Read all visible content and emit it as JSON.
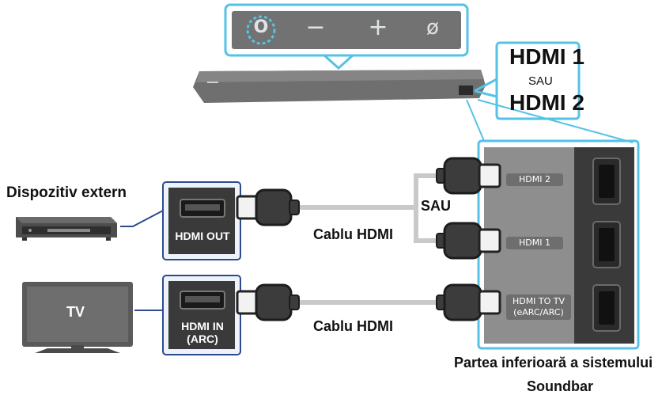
{
  "controls": {
    "power_symbol": "O",
    "minus_symbol": "−",
    "plus_symbol": "+",
    "mic_off_symbol": "ø"
  },
  "callout": {
    "hdmi1": "HDMI 1",
    "or": "SAU",
    "hdmi2": "HDMI 2"
  },
  "devices": {
    "external_device": "Dispozitiv extern",
    "tv_screen_text": "TV"
  },
  "ports": {
    "external_out": "HDMI OUT",
    "tv_in_line1": "HDMI IN",
    "tv_in_line2": "(ARC)"
  },
  "cables": {
    "top_cable": "Cablu HDMI",
    "bottom_cable": "Cablu HDMI",
    "or_label": "SAU"
  },
  "soundbar_panel": {
    "hdmi2": "HDMI 2",
    "hdmi1": "HDMI 1",
    "to_tv_line1": "HDMI TO TV",
    "to_tv_line2": "(eARC/ARC)"
  },
  "caption": {
    "line1": "Partea inferioară a sistemului",
    "line2": "Soundbar"
  },
  "colors": {
    "accent_blue": "#55c2e6",
    "port_frame": "#2d4b8c",
    "panel_gray": "#8e8e8e",
    "dark": "#3a3a3a",
    "cable": "#c9c9c9"
  }
}
